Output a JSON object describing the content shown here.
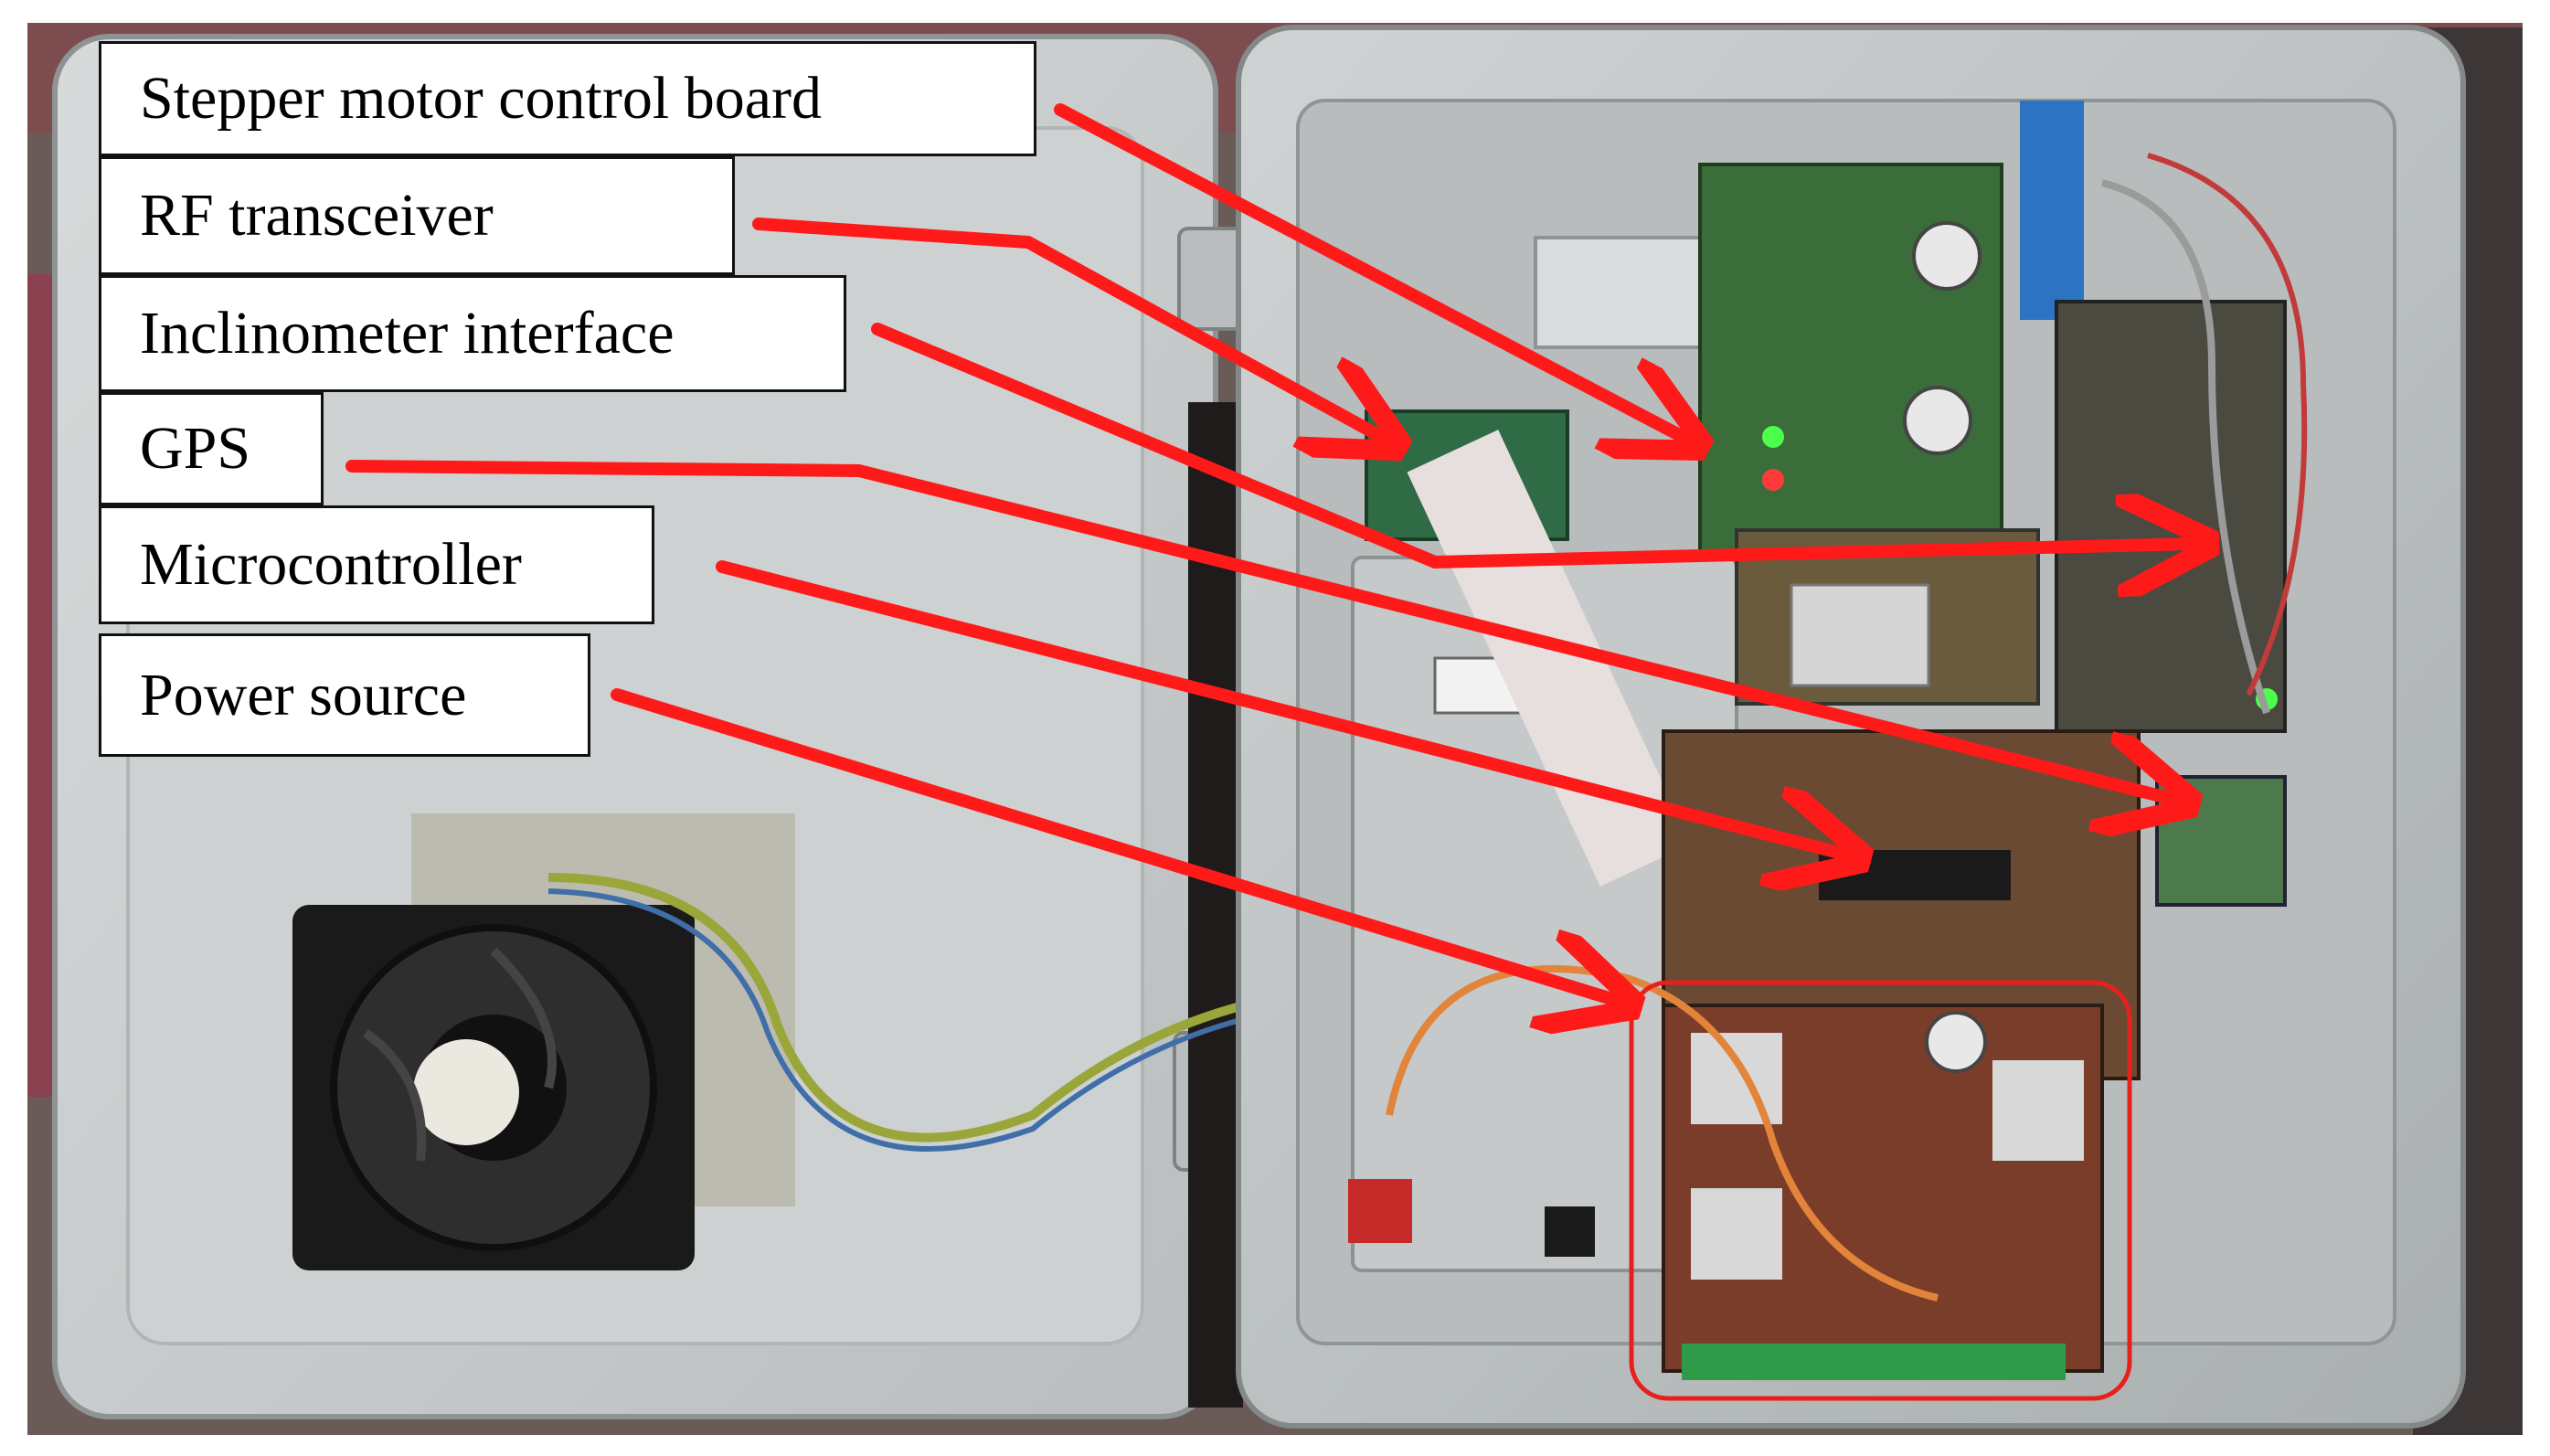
{
  "labels": {
    "stepper": "Stepper motor control board",
    "rf": "RF transceiver",
    "inclinometer": "Inclinometer interface",
    "gps": "GPS",
    "micro": "Microcontroller",
    "power": "Power source"
  },
  "colors": {
    "arrow": "#ff1a1a",
    "highlight_box": "#e8201c",
    "enclosure_gray": "#c9cccb",
    "background_white": "#ffffff"
  }
}
